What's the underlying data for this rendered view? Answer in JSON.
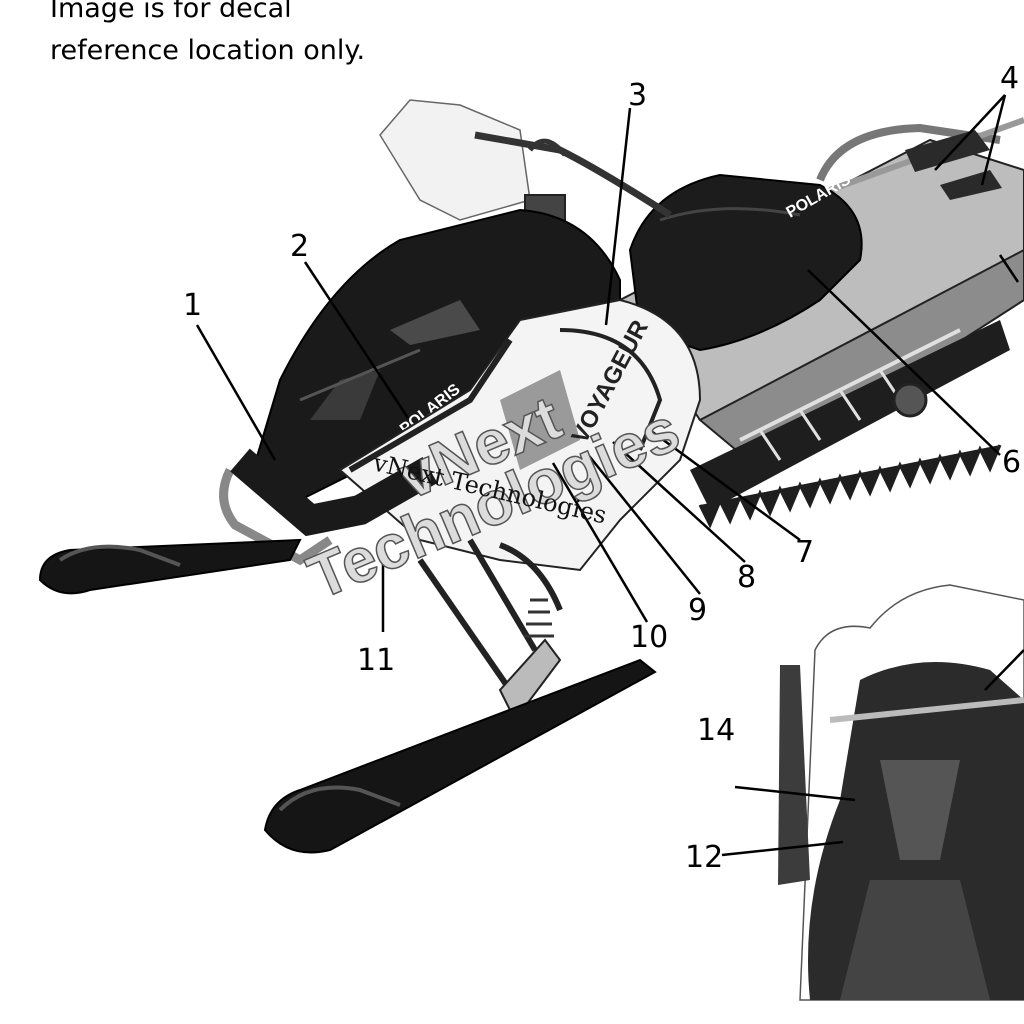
{
  "note": {
    "line1": "Image is for decal",
    "line2": "reference location only."
  },
  "watermark": {
    "big_line1": "vNext",
    "big_line2": "Technologies",
    "small": "vNext Technologies"
  },
  "decal_text": {
    "hood_logo": "POLARIS",
    "side_panel": "VOYAGEUR",
    "seat_logo": "POLARIS"
  },
  "callouts": [
    "1",
    "2",
    "3",
    "4",
    "6",
    "7",
    "8",
    "9",
    "10",
    "11",
    "12",
    "14"
  ]
}
